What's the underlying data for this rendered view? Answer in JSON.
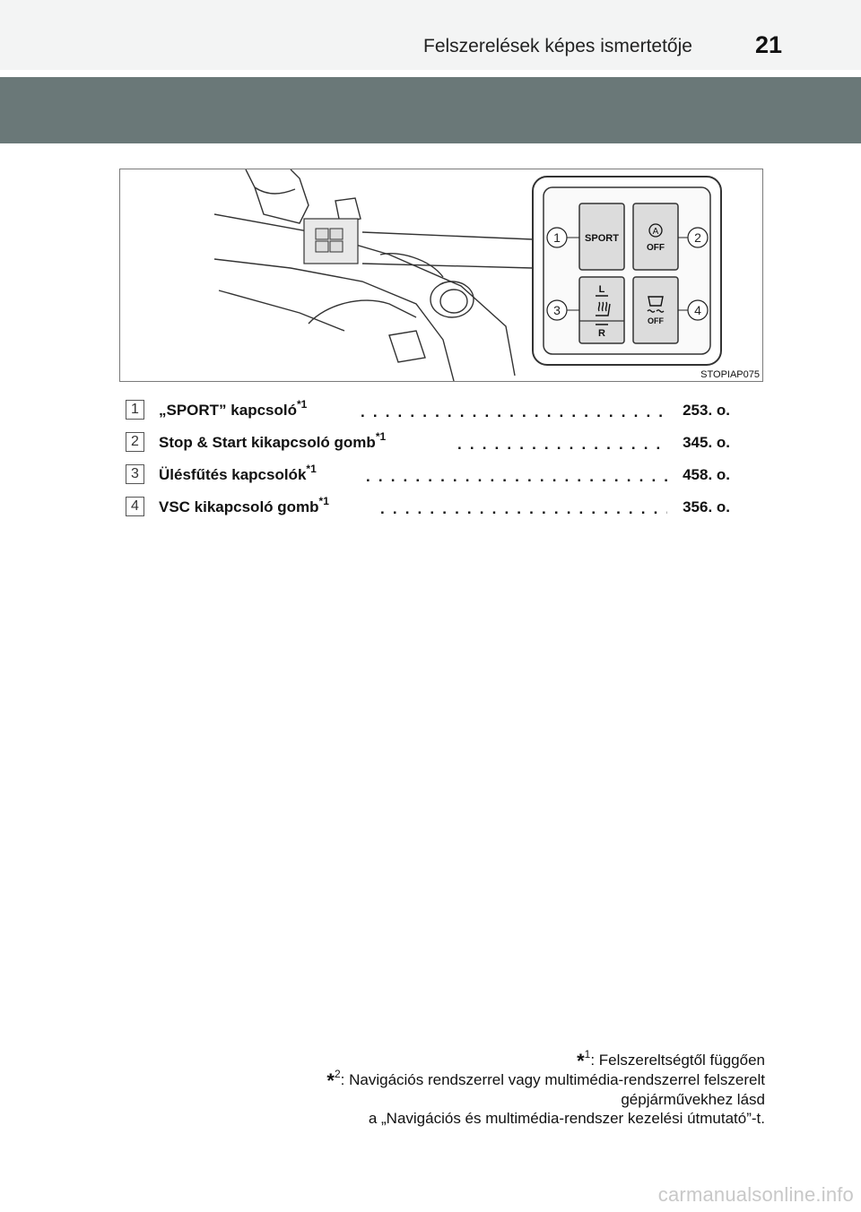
{
  "header": {
    "title": "Felszerelések képes ismertetője",
    "page_number": "21"
  },
  "figure": {
    "code": "STOPIAP075",
    "callouts": [
      "1",
      "2",
      "3",
      "4"
    ],
    "buttons": {
      "sport": "SPORT",
      "stop_start": "OFF",
      "stop_start_symbol": "A",
      "seat_left": "L",
      "seat_right": "R",
      "vsc": "OFF"
    }
  },
  "items": [
    {
      "num": "1",
      "label": "„SPORT” kapcsoló",
      "mark": "*1",
      "page": "253. o."
    },
    {
      "num": "2",
      "label": "Stop & Start kikapcsoló gomb",
      "mark": "*1",
      "page": "345. o."
    },
    {
      "num": "3",
      "label": "Ülésfűtés kapcsolók",
      "mark": "*1",
      "page": "458. o."
    },
    {
      "num": "4",
      "label": "VSC kikapcsoló gomb",
      "mark": "*1",
      "page": "356. o."
    }
  ],
  "footnotes": {
    "star": "*",
    "note1_num": "1",
    "note1_text": ": Felszereltségtől függően",
    "note2_num": "2",
    "note2_line1": ": Navigációs rendszerrel vagy multimédia-rendszerrel felszerelt",
    "note2_line2": "gépjárművekhez lásd",
    "note2_line3": "a „Navigációs és multimédia-rendszer kezelési útmutató”-t."
  },
  "watermark": "carmanualsonline.info"
}
